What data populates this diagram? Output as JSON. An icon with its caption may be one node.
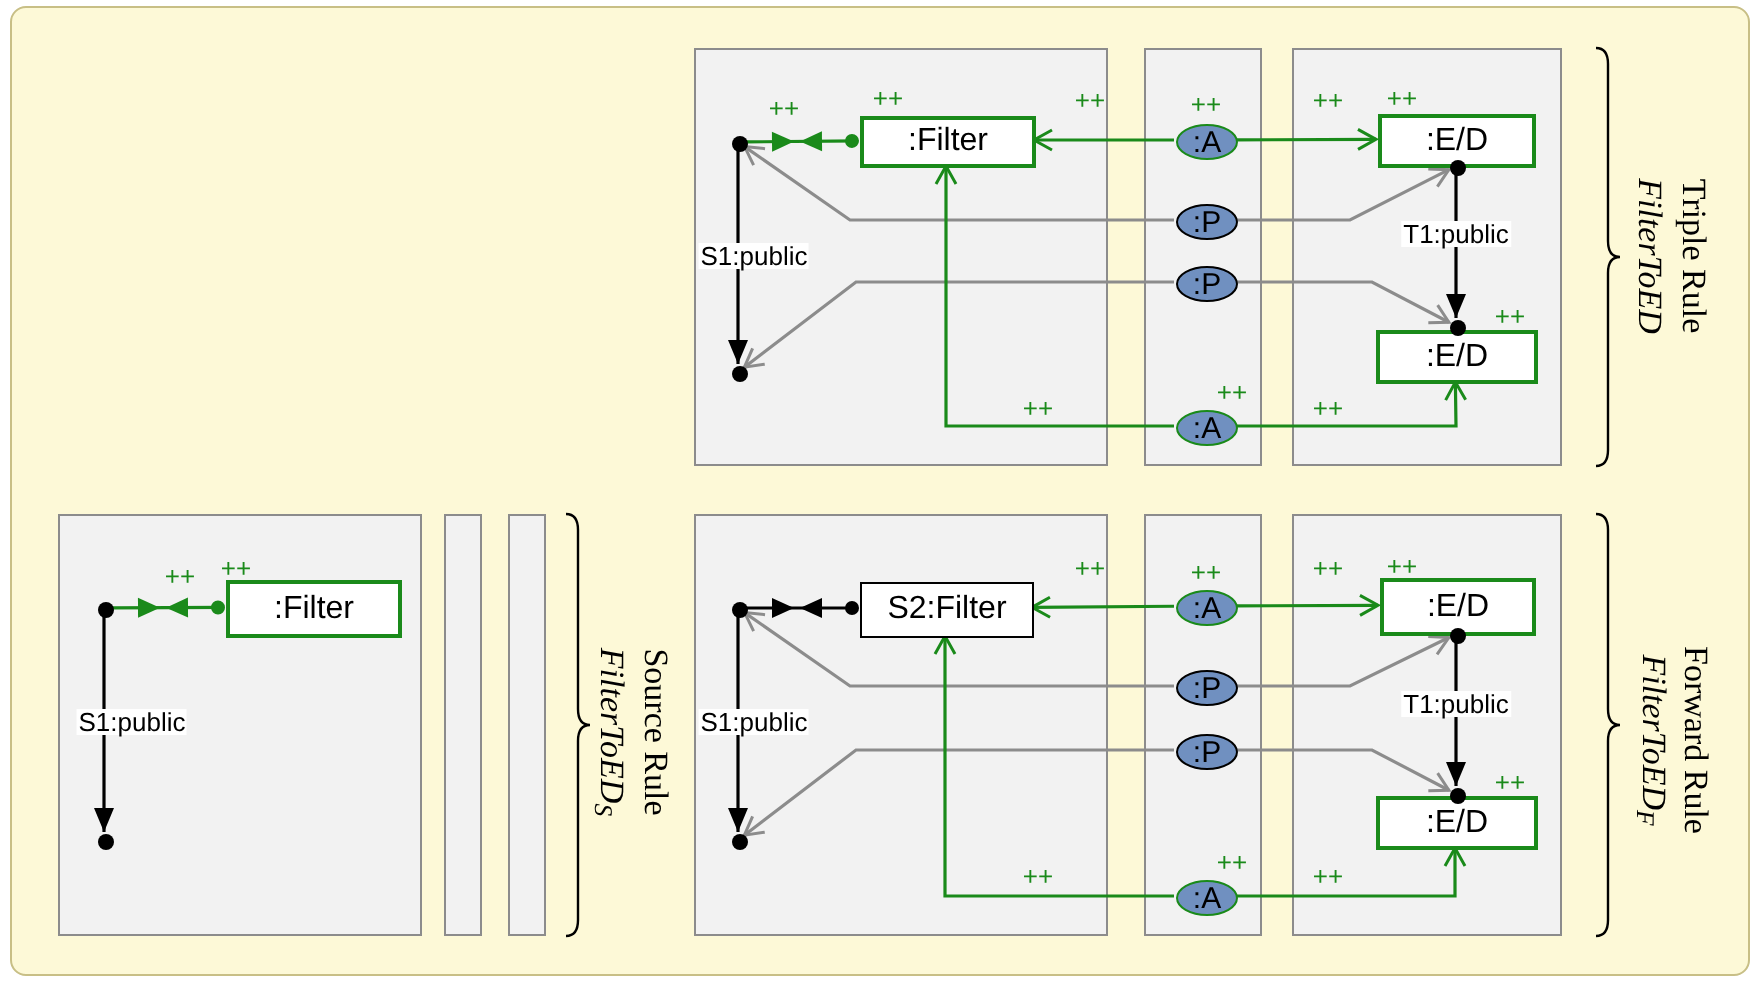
{
  "diagram": {
    "nodes": [
      {
        "text": [],
        "shape": "box"
      },
      {
        "text": [],
        "shape": "box"
      },
      {
        "text": [],
        "shape": "box"
      },
      {
        "text": [],
        "shape": "circle",
        "in": 0
      },
      {
        "text": [
          ":Filter"
        ],
        "beside": [
          "++"
        ],
        "in": 0
      },
      {
        "text": [],
        "shape": "circle",
        "in": 0
      },
      {
        "text": [
          ":A"
        ],
        "beside": [
          "++"
        ],
        "in": 1
      },
      {
        "text": [
          ":P"
        ],
        "in": 1
      },
      {
        "text": [
          ":P"
        ],
        "in": 1
      },
      {
        "text": [
          ":A"
        ],
        "beside": [
          "++"
        ],
        "in": 1
      },
      {
        "text": [
          ":E/D"
        ],
        "beside": [
          "++"
        ],
        "in": 2
      },
      {
        "text": [],
        "shape": "circle",
        "in": 2
      },
      {
        "text": [
          ":E/D"
        ],
        "beside": [
          "++"
        ],
        "in": 2
      },
      {
        "text": [],
        "shape": "circle",
        "in": 2
      },
      {
        "text": [],
        "shape": "box"
      },
      {
        "text": [],
        "shape": "box"
      },
      {
        "text": [],
        "shape": "box"
      },
      {
        "text": [],
        "shape": "circle",
        "in": 14
      },
      {
        "text": [
          ":Filter"
        ],
        "beside": [
          "++"
        ],
        "in": 14
      },
      {
        "text": [],
        "shape": "circle",
        "in": 14
      },
      {
        "text": [],
        "shape": "box"
      },
      {
        "text": [],
        "shape": "box"
      },
      {
        "text": [],
        "shape": "box"
      },
      {
        "text": [],
        "shape": "circle",
        "in": 20
      },
      {
        "text": [
          "S2:Filter"
        ],
        "in": 20
      },
      {
        "text": [],
        "shape": "circle",
        "in": 20
      },
      {
        "text": [
          ":A"
        ],
        "beside": [
          "++"
        ],
        "in": 21
      },
      {
        "text": [
          ":P"
        ],
        "in": 21
      },
      {
        "text": [
          ":P"
        ],
        "in": 21
      },
      {
        "text": [
          ":A"
        ],
        "beside": [
          "++"
        ],
        "in": 21
      },
      {
        "text": [
          ":E/D"
        ],
        "beside": [
          "++"
        ],
        "in": 22
      },
      {
        "text": [],
        "shape": "circle",
        "in": 22
      },
      {
        "text": [
          ":E/D"
        ],
        "beside": [
          "++"
        ],
        "in": 22
      },
      {
        "text": [],
        "shape": "circle",
        "in": 22
      }
    ],
    "edges": [
      {
        "from": 3,
        "to": 4,
        "arrow": "other",
        "label": "++"
      },
      {
        "from": 3,
        "to": 5,
        "arrow": "to",
        "label": "S1:public",
        "color": "#000000"
      },
      {
        "from": 6,
        "to": 4,
        "arrow": "to",
        "label": "++"
      },
      {
        "from": 6,
        "to": 10,
        "arrow": "to",
        "label": "++"
      },
      {
        "from": 7,
        "to": 3,
        "arrow": "to",
        "color": "#8c8c8c"
      },
      {
        "from": 7,
        "to": 11,
        "arrow": "to",
        "color": "#8c8c8c"
      },
      {
        "from": 8,
        "to": 5,
        "arrow": "to",
        "color": "#8c8c8c"
      },
      {
        "from": 8,
        "to": 13,
        "arrow": "to",
        "color": "#8c8c8c"
      },
      {
        "from": 9,
        "to": 4,
        "arrow": "to",
        "label": "++"
      },
      {
        "from": 9,
        "to": 12,
        "arrow": "to",
        "label": "++"
      },
      {
        "from": 11,
        "to": 13,
        "arrow": "to",
        "label": "T1:public",
        "color": "#000000"
      },
      {
        "from": 17,
        "to": 18,
        "arrow": "other",
        "label": "++"
      },
      {
        "from": 17,
        "to": 19,
        "arrow": "to",
        "label": "S1:public",
        "color": "#000000"
      },
      {
        "from": 23,
        "to": 24,
        "arrow": "other",
        "color": "#000000"
      },
      {
        "from": 23,
        "to": 25,
        "arrow": "to",
        "label": "S1:public",
        "color": "#000000"
      },
      {
        "from": 26,
        "to": 24,
        "arrow": "to",
        "label": "++"
      },
      {
        "from": 26,
        "to": 30,
        "arrow": "to",
        "label": "++"
      },
      {
        "from": 27,
        "to": 23,
        "arrow": "to",
        "color": "#8c8c8c"
      },
      {
        "from": 27,
        "to": 31,
        "arrow": "to",
        "color": "#8c8c8c"
      },
      {
        "from": 28,
        "to": 25,
        "arrow": "to",
        "color": "#8c8c8c"
      },
      {
        "from": 28,
        "to": 33,
        "arrow": "to",
        "color": "#8c8c8c"
      },
      {
        "from": 29,
        "to": 24,
        "arrow": "to",
        "label": "++"
      },
      {
        "from": 29,
        "to": 32,
        "arrow": "to",
        "label": "++"
      },
      {
        "from": 31,
        "to": 33,
        "arrow": "to",
        "label": "T1:public",
        "color": "#000000"
      }
    ],
    "labels": [
      "Triple Rule",
      "FilterToED",
      "Source Rule",
      "FilterToED$_{S}$",
      "Forward Rule",
      "FilterToED$_{F}$"
    ]
  }
}
